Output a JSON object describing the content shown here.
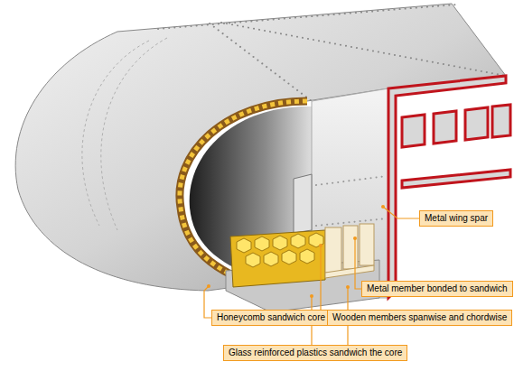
{
  "diagram": {
    "labels": [
      "Metal wing spar",
      "Metal member bonded to sandwich",
      "Honeycomb sandwich core",
      "Wooden members spanwise and chordwise",
      "Glass reinforced plastics sandwich the core"
    ]
  }
}
